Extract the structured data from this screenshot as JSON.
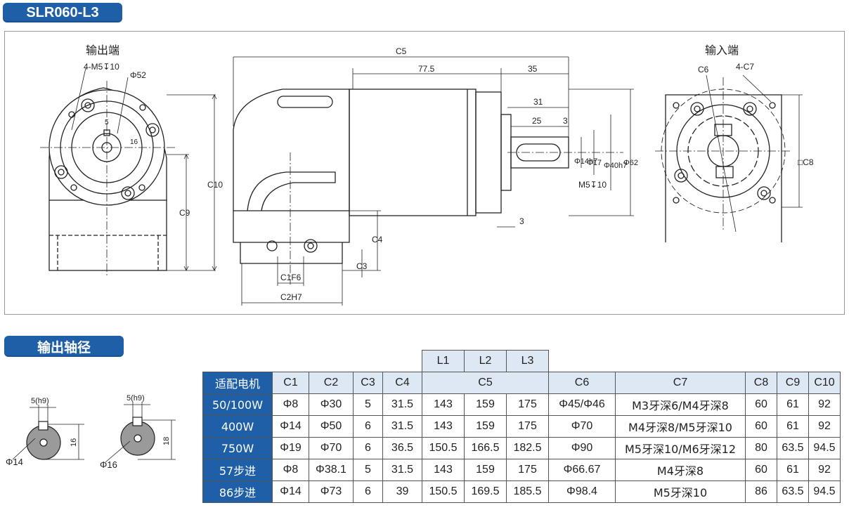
{
  "model": "SLR060-L3",
  "drawing": {
    "output_end_label": "输出端",
    "input_end_label": "输入端",
    "labels": {
      "m5_tap": "4-M5↧10",
      "phi52": "Φ52",
      "five": "5",
      "sixteen": "16",
      "c9": "C9",
      "c10": "C10",
      "c5": "C5",
      "dim_77_5": "77.5",
      "dim_35": "35",
      "dim_31": "31",
      "dim_25": "25",
      "dim_3a": "3",
      "phi14h7": "Φ14h7",
      "phi17": "Φ17",
      "phi40h7": "Φ40h7",
      "phi62": "Φ62",
      "m5_10": "M5↧10",
      "dim_3b": "3",
      "c4": "C4",
      "c3": "C3",
      "c1f6": "C1F6",
      "c2h7": "C2H7",
      "c6": "C6",
      "c7": "4-C7",
      "c8": "□C8"
    }
  },
  "shaft_section": {
    "title": "输出轴径",
    "left": {
      "key": "5(h9)",
      "height": "16",
      "dia": "Φ14"
    },
    "right": {
      "key": "5(h9)",
      "height": "18",
      "dia": "Φ16"
    }
  },
  "table": {
    "top_headers": [
      "L1",
      "L2",
      "L3"
    ],
    "headers": [
      "适配电机",
      "C1",
      "C2",
      "C3",
      "C4",
      "C5",
      "C6",
      "C7",
      "C8",
      "C9",
      "C10"
    ],
    "rows": [
      {
        "motor": "50/100W",
        "c1": "Φ8",
        "c2": "Φ30",
        "c3": "5",
        "c4": "31.5",
        "l1": "143",
        "l2": "159",
        "l3": "175",
        "c6": "Φ45/Φ46",
        "c7": "M3牙深6/M4牙深8",
        "c8": "60",
        "c9": "61",
        "c10": "92"
      },
      {
        "motor": "400W",
        "c1": "Φ14",
        "c2": "Φ50",
        "c3": "6",
        "c4": "31.5",
        "l1": "143",
        "l2": "159",
        "l3": "175",
        "c6": "Φ70",
        "c7": "M4牙深8/M5牙深10",
        "c8": "60",
        "c9": "61",
        "c10": "92"
      },
      {
        "motor": "750W",
        "c1": "Φ19",
        "c2": "Φ70",
        "c3": "6",
        "c4": "36.5",
        "l1": "150.5",
        "l2": "166.5",
        "l3": "182.5",
        "c6": "Φ90",
        "c7": "M5牙深10/M6牙深12",
        "c8": "80",
        "c9": "63.5",
        "c10": "94.5"
      },
      {
        "motor": "57步进",
        "c1": "Φ8",
        "c2": "Φ38.1",
        "c3": "5",
        "c4": "31.5",
        "l1": "143",
        "l2": "159",
        "l3": "175",
        "c6": "Φ66.67",
        "c7": "M4牙深8",
        "c8": "60",
        "c9": "61",
        "c10": "92"
      },
      {
        "motor": "86步进",
        "c1": "Φ14",
        "c2": "Φ73",
        "c3": "6",
        "c4": "39",
        "l1": "150.5",
        "l2": "169.5",
        "l3": "185.5",
        "c6": "Φ98.4",
        "c7": "M5牙深10",
        "c8": "86",
        "c9": "63.5",
        "c10": "94.5"
      }
    ]
  }
}
